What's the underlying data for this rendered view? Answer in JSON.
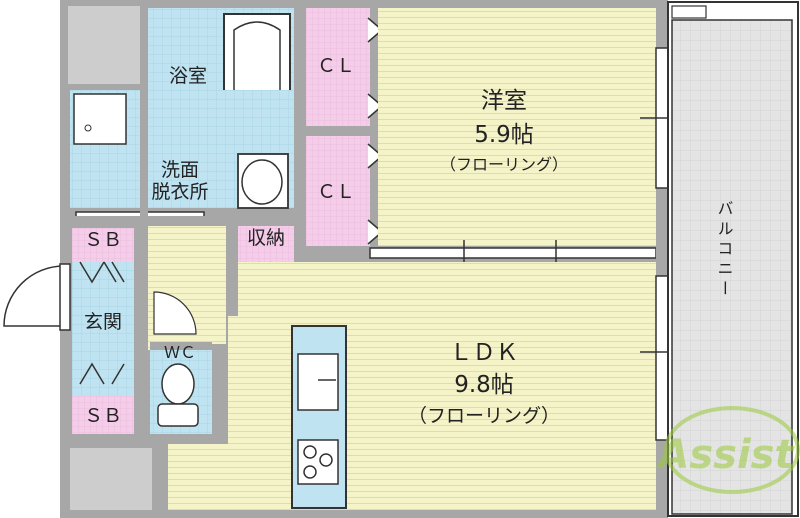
{
  "rooms": {
    "bath": "浴室",
    "washroom_line1": "洗面",
    "washroom_line2": "脱衣所",
    "closet_upper": "ＣＬ",
    "closet_lower": "ＣＬ",
    "western_room": {
      "name": "洋室",
      "size": "5.9帖",
      "floor": "（フローリング）"
    },
    "storage": "収納",
    "shoe_box_top": "ＳＢ",
    "shoe_box_bottom": "ＳＢ",
    "entrance": "玄関",
    "toilet": "ＷＣ",
    "ldk": {
      "name": "ＬＤＫ",
      "size": "9.8帖",
      "floor": "（フローリング）"
    },
    "balcony": "バルコニー"
  },
  "watermark": "Assist",
  "colors": {
    "wall": "#a3a3a3",
    "outer_gray": "#c8c8c8",
    "western_floor": "#f5f3c8",
    "ldk_floor": "#f5f3c8",
    "wet_area": "#bfe3f0",
    "closet": "#f2c9e6",
    "balcony": "#e2e2e2",
    "watermark": "#9bc93a"
  }
}
